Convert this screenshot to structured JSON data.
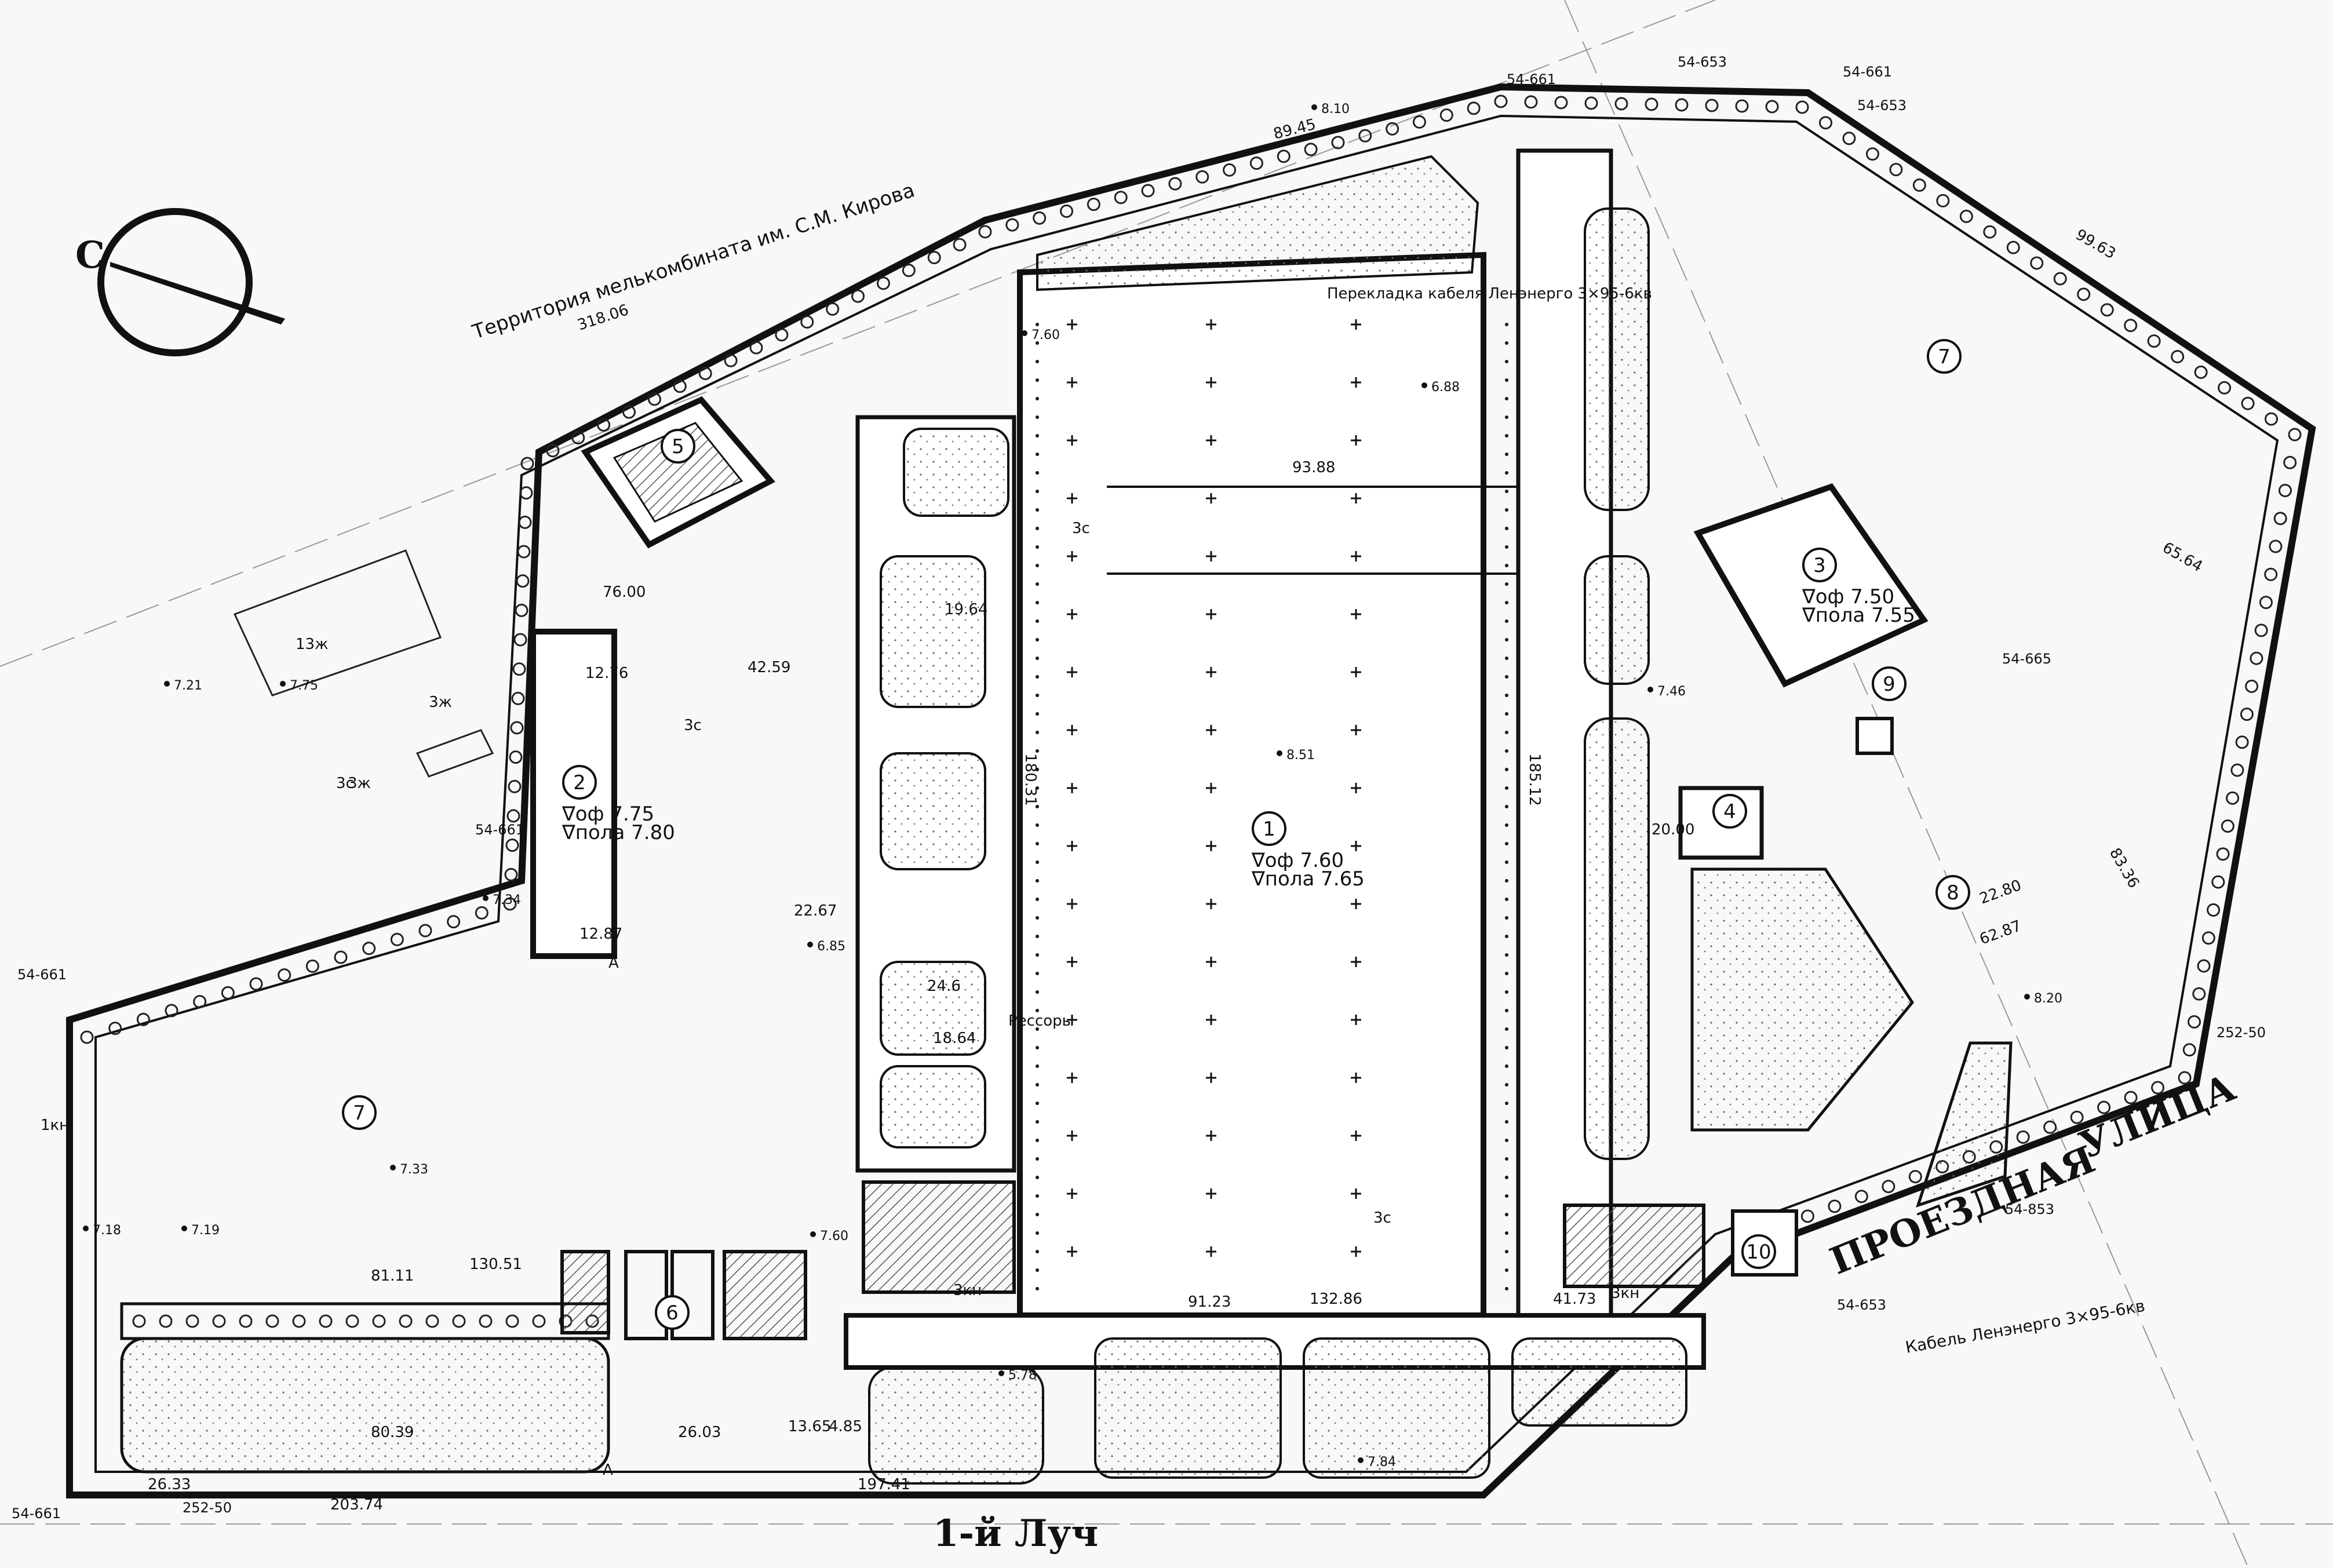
{
  "compass": {
    "label": "С"
  },
  "titles": {
    "territory": "Территория мелькомбината им. С.М. Кирова",
    "cable_top": "Перекладка кабеля Ленэнерго 3×95-6кв",
    "cable_bottom": "Кабель Ленэнерго 3×95-6кв",
    "street_passage": "ПРОЕЗДНАЯ",
    "street": "УЛИЦА",
    "street_bottom": "1-й Луч"
  },
  "zones": [
    {
      "id": "1",
      "note1": "∇оф 7.60",
      "note2": "∇пола 7.65"
    },
    {
      "id": "2",
      "note1": "∇оф 7.75",
      "note2": "∇пола 7.80"
    },
    {
      "id": "3",
      "note1": "∇оф 7.50",
      "note2": "∇пола 7.55"
    },
    {
      "id": "4"
    },
    {
      "id": "5"
    },
    {
      "id": "6"
    },
    {
      "id": "7"
    },
    {
      "id": "7"
    },
    {
      "id": "8"
    },
    {
      "id": "9"
    },
    {
      "id": "10"
    }
  ],
  "marks": {
    "dims": [
      "93.88",
      "180.31",
      "185.12",
      "76.00",
      "42.59",
      "132.86",
      "81.11",
      "130.51",
      "80.39",
      "26.03",
      "41.73",
      "91.23",
      "20.00",
      "13.65",
      "4.85",
      "197.41",
      "203.74",
      "26.33",
      "318.06",
      "89.45",
      "99.63",
      "65.64",
      "83.36",
      "62.87",
      "22.80",
      "22.67",
      "12.76",
      "12.87",
      "24.6",
      "18.64",
      "19.64"
    ],
    "stations": [
      "54-661",
      "54-653",
      "54-653",
      "54-661",
      "54-665",
      "252-50",
      "54-853",
      "54-653",
      "252-50",
      "54-661",
      "54-661",
      "54-661"
    ],
    "levels": [
      "7.60",
      "8.10",
      "7.75",
      "7.21",
      "7.18",
      "7.33",
      "7.19",
      "7.84",
      "7.34",
      "6.88",
      "8.51",
      "7.46",
      "8.20",
      "7.60",
      "5.78",
      "6.85"
    ],
    "labels": [
      "3ж",
      "3ж",
      "13ж",
      "3кн",
      "3кн",
      "1кн",
      "3с",
      "3с",
      "3с",
      "3с",
      "Рессоры",
      "A",
      "A"
    ]
  }
}
